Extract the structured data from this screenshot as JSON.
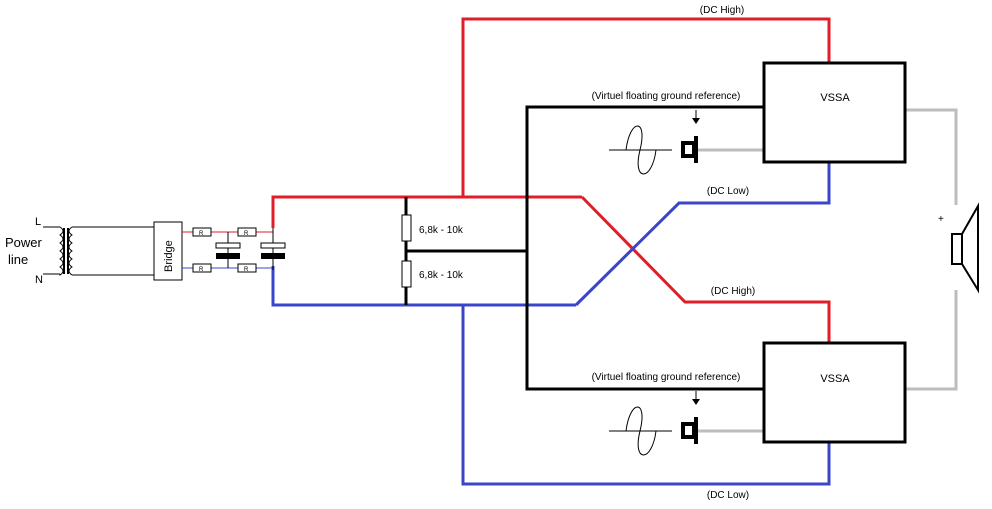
{
  "labels": {
    "dc_high": "(DC High)",
    "dc_low": "(DC Low)",
    "vfgr": "(Virtuel floating ground reference)",
    "vssa": "VSSA",
    "resistor_value": "6,8k - 10k",
    "bridge": "Bridge",
    "power_line_1": "Power",
    "power_line_2": "line",
    "line_L": "L",
    "line_N": "N",
    "resistor_R": "R",
    "plus": "+"
  },
  "colors": {
    "dc_high": "#e01e2a",
    "dc_low": "#3a45c8",
    "ground": "#000000",
    "signal": "#bdbdbd"
  },
  "icons": {
    "transformer": "transformer-icon",
    "bridge": "bridge-rectifier",
    "capacitor": "capacitor-icon",
    "resistor": "resistor-icon",
    "sine_source": "sine-wave-icon",
    "jack": "audio-jack-icon",
    "speaker": "speaker-icon",
    "arrow": "arrow-down-icon"
  }
}
